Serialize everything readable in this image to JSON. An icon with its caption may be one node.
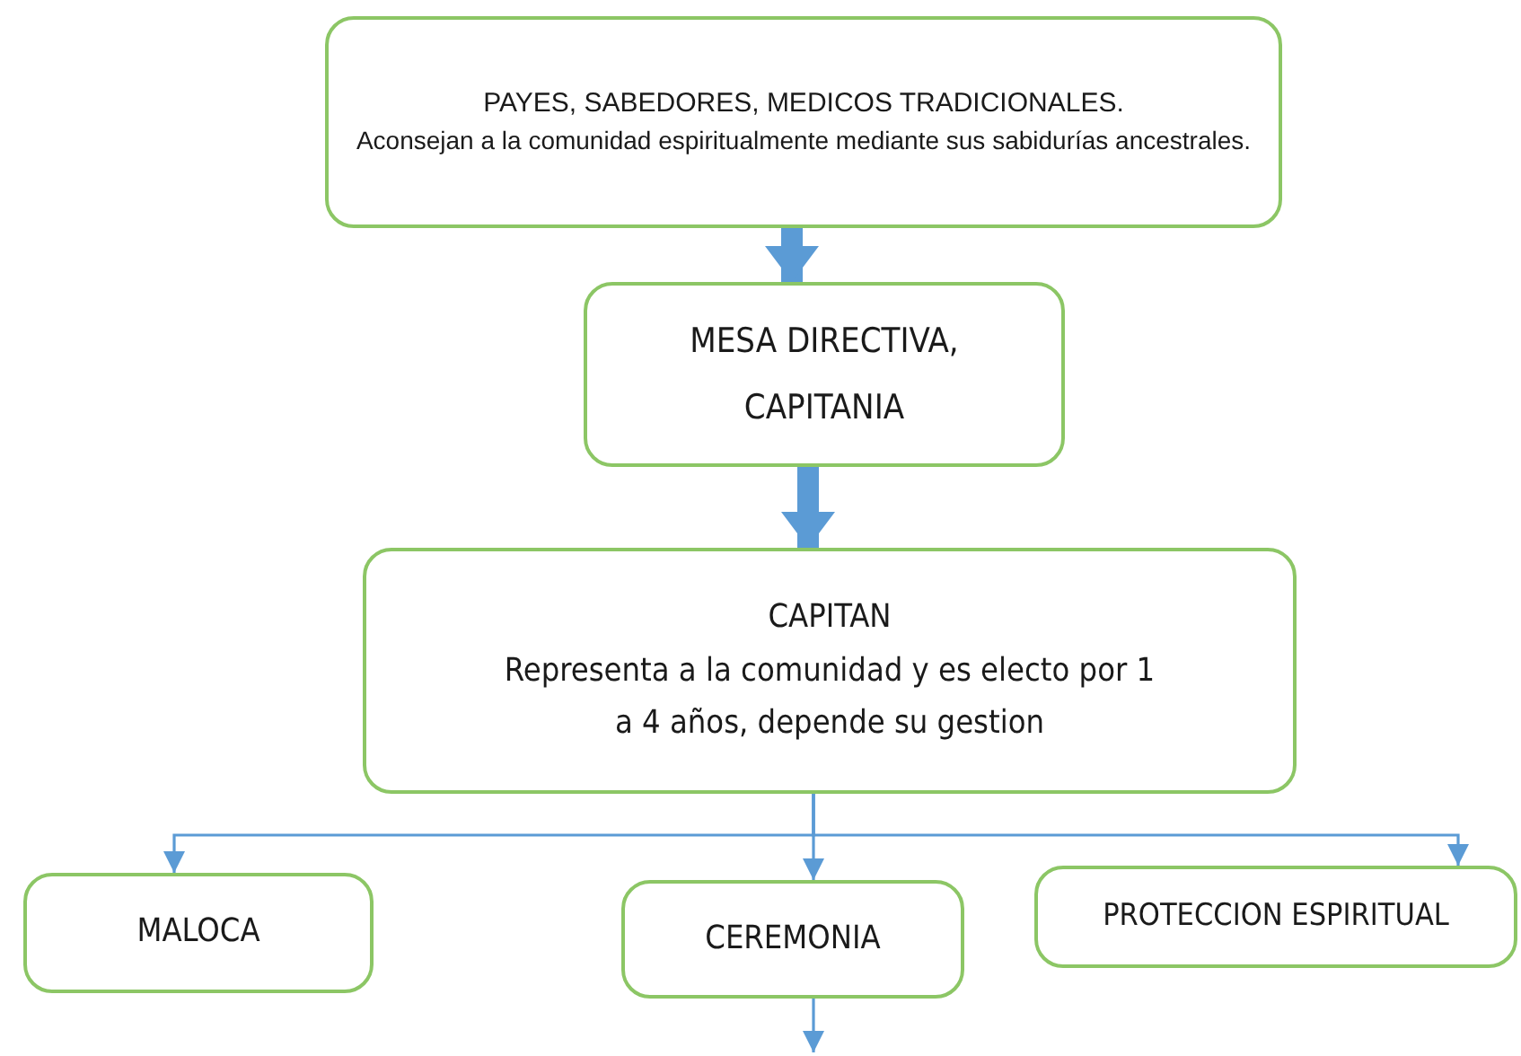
{
  "diagram": {
    "nodes": [
      {
        "text": [
          "PAYES, SABEDORES, MEDICOS TRADICIONALES.",
          "Aconsejan a la comunidad espiritualmente mediante sus sabidurías ancestrales."
        ]
      },
      {
        "text": [
          "MESA DIRECTIVA, CAPITANIA"
        ]
      },
      {
        "text": [
          "CAPITAN",
          "Representa a la comunidad y es electo por 1 a 4 años, depende su gestion"
        ]
      },
      {
        "text": [
          "MALOCA"
        ]
      },
      {
        "text": [
          "CEREMONIA"
        ]
      },
      {
        "text": [
          "PROTECCION ESPIRITUAL"
        ]
      }
    ],
    "edges": [
      {
        "from": 0,
        "to": 1,
        "arrow": "to",
        "style": "thick"
      },
      {
        "from": 1,
        "to": 2,
        "arrow": "to",
        "style": "thick"
      },
      {
        "from": 2,
        "to": 3,
        "arrow": "to"
      },
      {
        "from": 2,
        "to": 4,
        "arrow": "to"
      },
      {
        "from": 2,
        "to": 5,
        "arrow": "to"
      },
      {
        "from": 4,
        "to": null,
        "arrow": "to"
      }
    ]
  }
}
